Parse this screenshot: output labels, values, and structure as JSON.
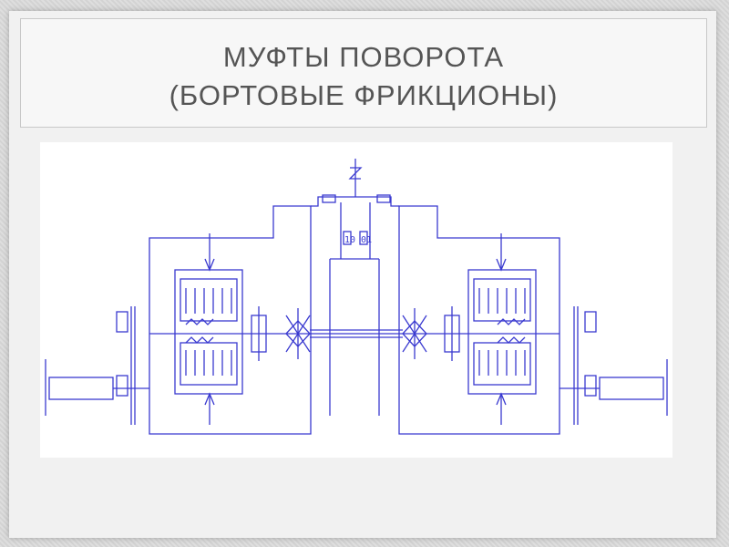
{
  "slide": {
    "title_line1": "МУФТЫ ПОВОРОТА",
    "title_line2": "(БОРТОВЫЕ ФРИКЦИОНЫ)"
  },
  "diagram": {
    "center_label": "10 01"
  },
  "colors": {
    "line": "#3a3ad0",
    "title_text": "#555555",
    "background": "#d9d9d9"
  }
}
